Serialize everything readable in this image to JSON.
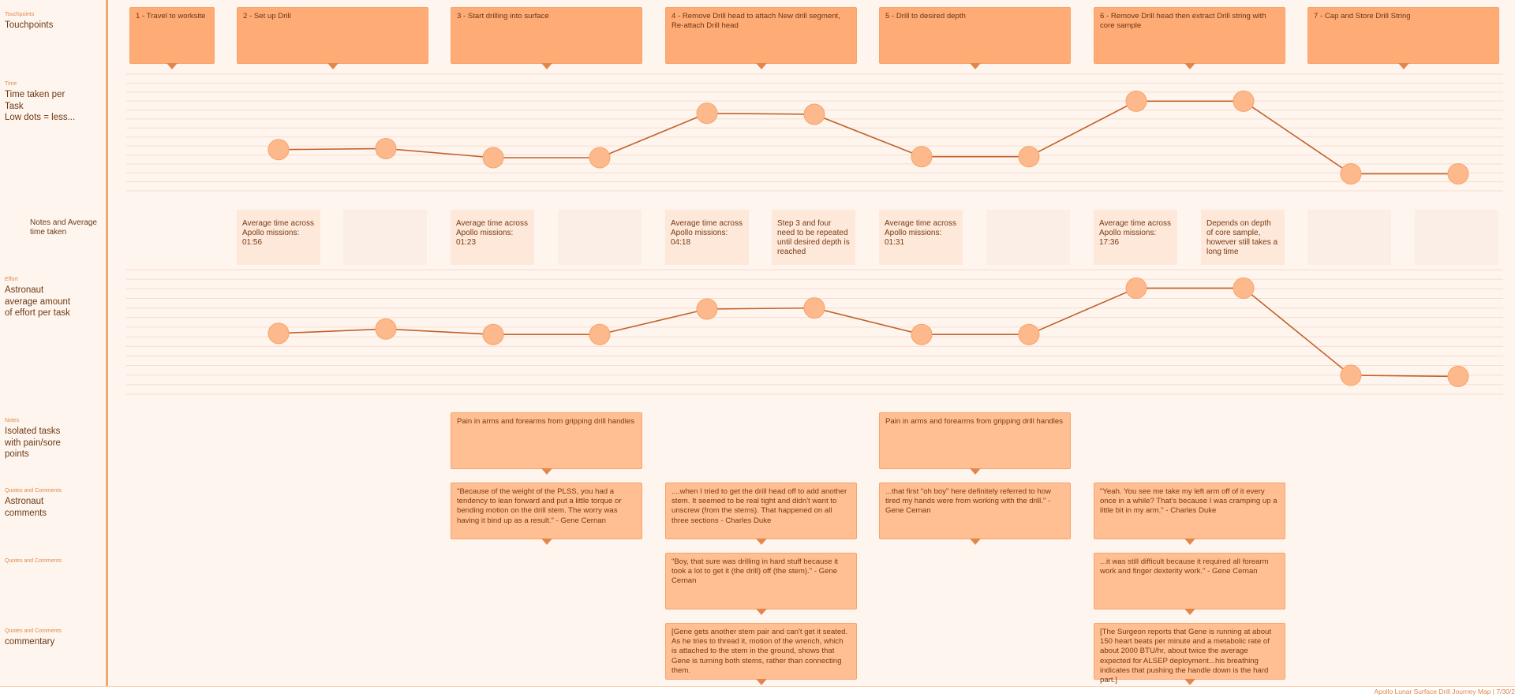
{
  "rows": {
    "touchpoints": {
      "category": "Touchpoints",
      "title": "Touchpoints"
    },
    "time": {
      "category": "Time",
      "title": "Time taken per\nTask\nLow dots = less..."
    },
    "notes": {
      "title": "Notes and Average\ntime taken"
    },
    "effort": {
      "category": "Effort",
      "title": "Astronaut\naverage amount\nof effort per task"
    },
    "pain": {
      "category": "Notes",
      "title": "Isolated tasks\nwith pain/sore\npoints"
    },
    "quotes1": {
      "category": "Quotes and Comments",
      "title": "Astronaut\ncomments"
    },
    "quotes2": {
      "category": "Quotes and Comments",
      "title": ""
    },
    "commentary": {
      "category": "Quotes and Comments",
      "title": "commentary"
    }
  },
  "touchpoints": [
    "1 - Travel to worksite",
    "2 - Set up Drill",
    "3 - Start drilling into surface",
    "4 - Remove Drill head to attach New drill segment, Re-attach Drill head",
    "5 - Drill to desired depth",
    "6 - Remove Drill head then extract Drill string with core sample",
    "7 - Cap and Store Drill String"
  ],
  "notes": [
    "Average time across Apollo missions: 01:56",
    "",
    "Average time across Apollo missions: 01:23",
    "",
    "Average time across Apollo missions: 04:18",
    "Step 3 and four need to be repeated until desired depth is reached",
    "Average time across Apollo missions: 01:31",
    "",
    "Average time across Apollo missions: 17:36",
    "Depends on depth of core sample, however still takes a long time",
    "",
    ""
  ],
  "pain": [
    "Pain in arms and forearms from gripping drill handles",
    "Pain in arms and forearms from gripping drill handles"
  ],
  "quotes_row1": [
    "\"Because of the weight of the PLSS, you had a tendency to lean forward and put a little torque or bending motion on the drill stem. The worry was having it bind up as a result.\" - Gene Cernan",
    "....when I tried to get the drill head off to add another stem. It seemed to be real tight and didn't want to unscrew (from the stems). That happened on all three sections - Charles Duke",
    "...that first \"oh boy\" here definitely referred to how tired my hands were from working with the drill.\" - Gene Cernan",
    "\"Yeah. You see me take my left arm off of it every once in a while? That's because I was cramping up a little bit in my arm.\" - Charles Duke"
  ],
  "quotes_row2": [
    "\"Boy, that sure was drilling in hard stuff because it took a lot to get it (the drill) off (the stem).\" - Gene Cernan",
    "...it was still difficult because it required all forearm work and finger dexterity work.\" - Gene Cernan"
  ],
  "commentary": [
    "[Gene gets another stem pair and can't get it seated. As he tries to thread it, motion of the wrench, which is attached to the stem in the ground, shows that Gene is turning both stems, rather than connecting them.",
    "[The Surgeon reports that Gene is running at about 150 heart beats per minute and a metabolic rate of about 2000 BTU/hr, about twice the average expected for ALSEP deployment...his breathing indicates that pushing the handle down is the hard part.]"
  ],
  "chart_data": [
    {
      "type": "line",
      "title": "Time taken per Task",
      "note": "Low dots = less...",
      "x": [
        1,
        2,
        3,
        4,
        5,
        6,
        7,
        8,
        9,
        10,
        11,
        12
      ],
      "y_levels": 10,
      "values": [
        3.3,
        3.4,
        2.5,
        2.5,
        6.9,
        6.8,
        2.6,
        2.6,
        8.1,
        8.1,
        0.9,
        0.9
      ],
      "ylim": [
        0,
        10
      ],
      "grid": true,
      "color": "#c0622a",
      "dot_color": "#fdb98b"
    },
    {
      "type": "line",
      "title": "Astronaut average amount of effort per task",
      "x": [
        1,
        2,
        3,
        4,
        5,
        6,
        7,
        8,
        9,
        10,
        11,
        12
      ],
      "y_levels": 10,
      "values": [
        4.8,
        5.2,
        4.7,
        4.7,
        7.0,
        7.1,
        4.7,
        4.7,
        8.9,
        8.9,
        1.0,
        0.9
      ],
      "ylim": [
        0,
        10
      ],
      "grid": true,
      "color": "#c0622a",
      "dot_color": "#fdb98b"
    }
  ],
  "footer": "Apollo Lunar Surface Drill Journey Map | 7/30/2"
}
